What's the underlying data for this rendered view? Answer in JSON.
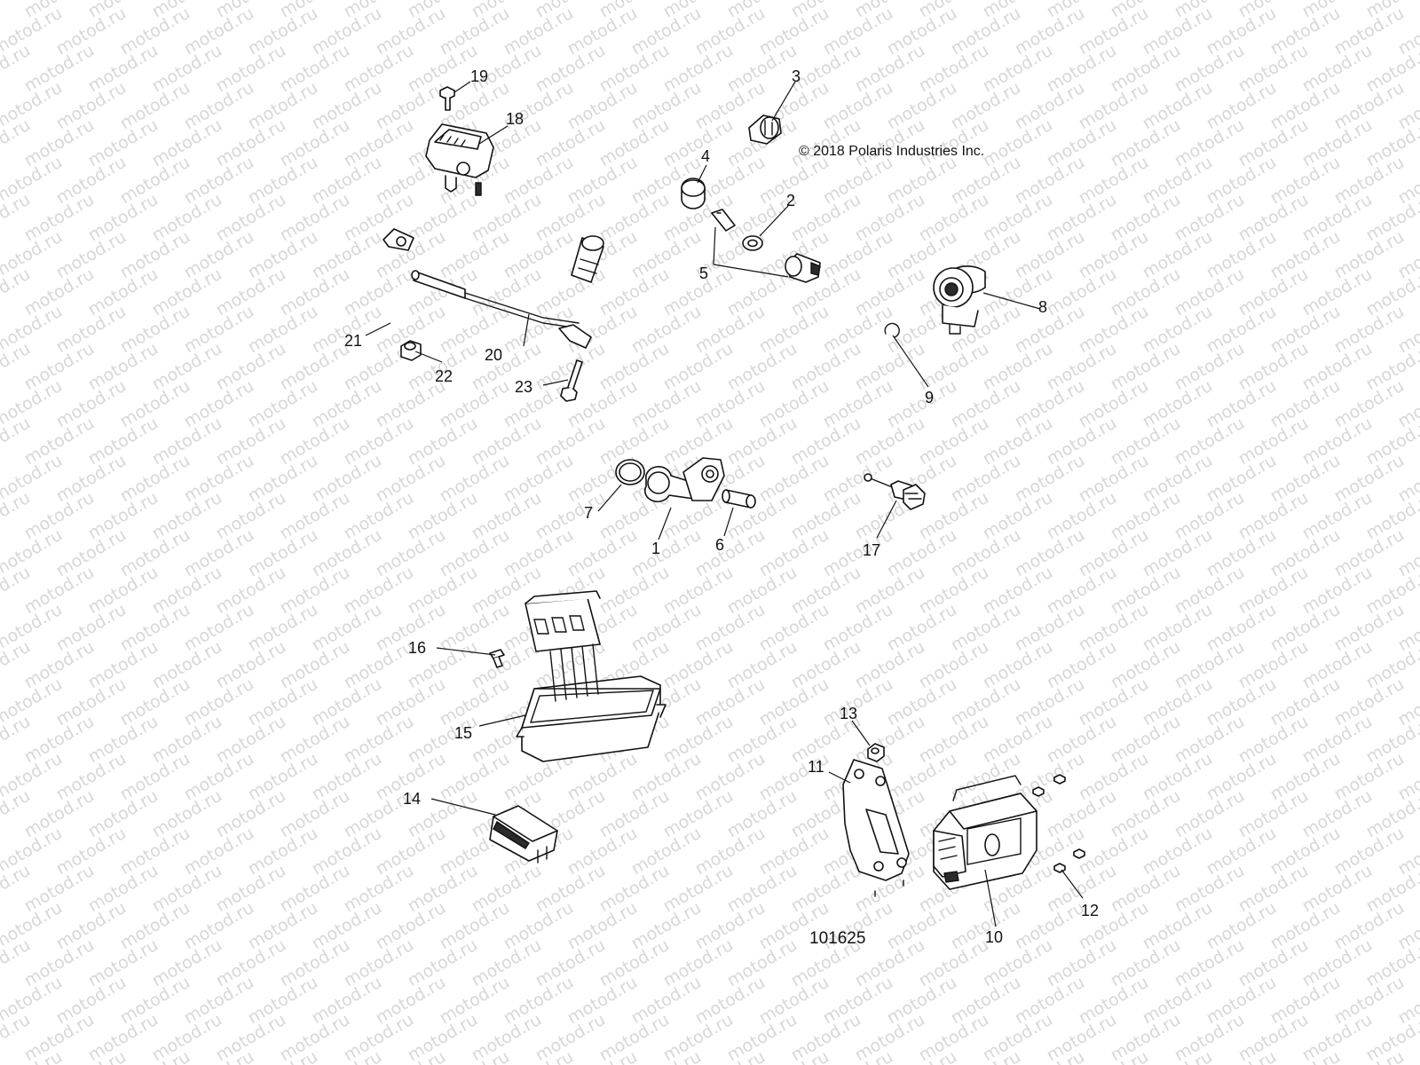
{
  "copyright": "© 2018 Polaris Industries Inc.",
  "diagram_number": "101625",
  "watermark_text": "motod.ru",
  "callouts": [
    {
      "id": "c1",
      "label": "1"
    },
    {
      "id": "c2",
      "label": "2"
    },
    {
      "id": "c3",
      "label": "3"
    },
    {
      "id": "c4",
      "label": "4"
    },
    {
      "id": "c5",
      "label": "5"
    },
    {
      "id": "c6",
      "label": "6"
    },
    {
      "id": "c7",
      "label": "7"
    },
    {
      "id": "c8",
      "label": "8"
    },
    {
      "id": "c9",
      "label": "9"
    },
    {
      "id": "c10",
      "label": "10"
    },
    {
      "id": "c11",
      "label": "11"
    },
    {
      "id": "c12",
      "label": "12"
    },
    {
      "id": "c13",
      "label": "13"
    },
    {
      "id": "c14",
      "label": "14"
    },
    {
      "id": "c15",
      "label": "15"
    },
    {
      "id": "c16",
      "label": "16"
    },
    {
      "id": "c17",
      "label": "17"
    },
    {
      "id": "c18",
      "label": "18"
    },
    {
      "id": "c19",
      "label": "19"
    },
    {
      "id": "c20",
      "label": "20"
    },
    {
      "id": "c21",
      "label": "21"
    },
    {
      "id": "c22",
      "label": "22"
    },
    {
      "id": "c23",
      "label": "23"
    }
  ]
}
